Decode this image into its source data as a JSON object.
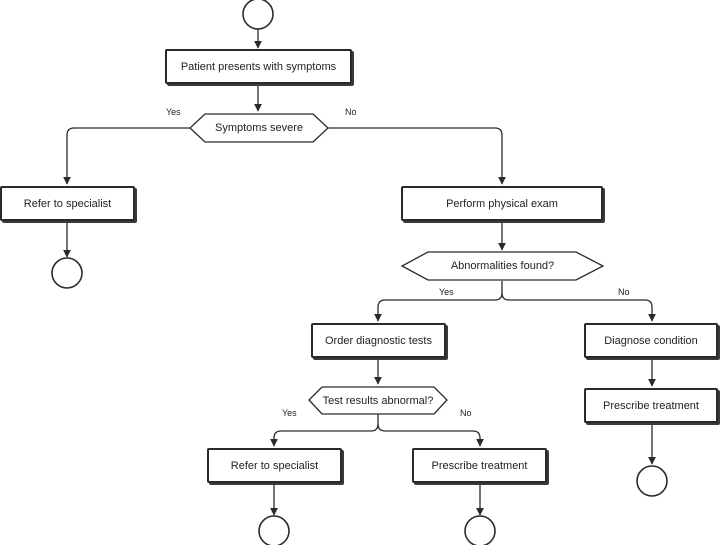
{
  "nodes": {
    "patient_presents": "Patient presents with symptoms",
    "symptoms_severe": "Symptoms severe",
    "refer_specialist_1": "Refer to specialist",
    "physical_exam": "Perform physical exam",
    "abnormalities_found": "Abnormalities found?",
    "order_tests": "Order diagnostic tests",
    "diagnose_condition": "Diagnose condition",
    "test_results_abnormal": "Test results abnormal?",
    "prescribe_treatment_1": "Prescribe treatment",
    "refer_specialist_2": "Refer to specialist",
    "prescribe_treatment_2": "Prescribe treatment"
  },
  "edge_labels": {
    "severe_yes": "Yes",
    "severe_no": "No",
    "abnormal_yes": "Yes",
    "abnormal_no": "No",
    "tests_yes": "Yes",
    "tests_no": "No"
  }
}
